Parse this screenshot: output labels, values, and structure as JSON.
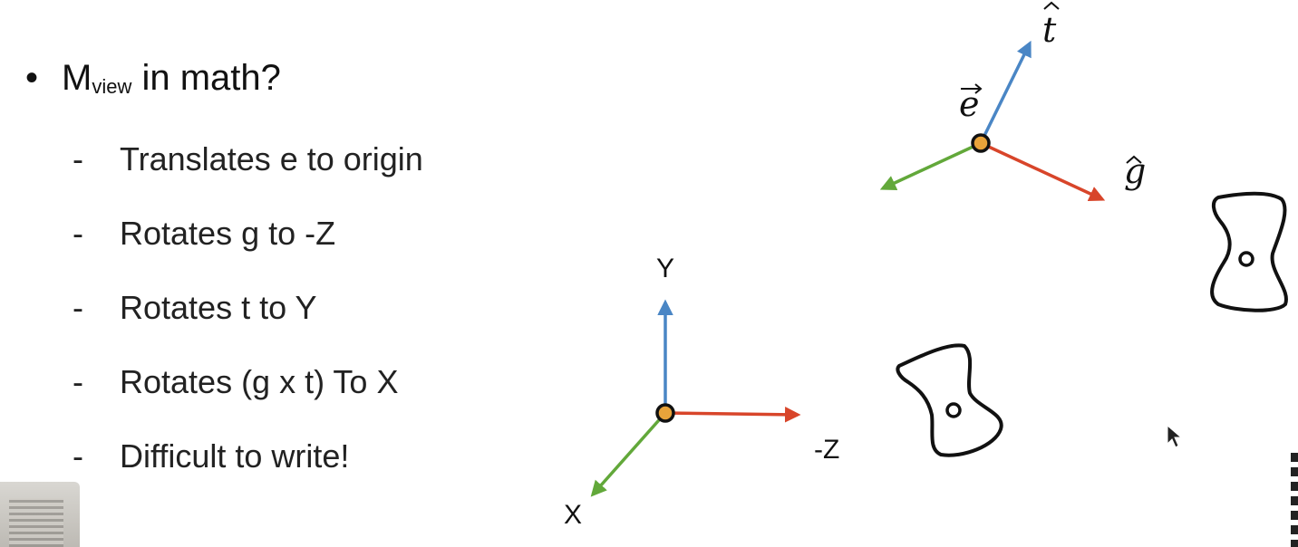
{
  "bullet": {
    "symbol": "•",
    "prefix": "M",
    "subscript": "view",
    "suffix": " in math?"
  },
  "items": [
    {
      "dash": "-",
      "text": "Translates e to origin"
    },
    {
      "dash": "-",
      "text": "Rotates g to -Z"
    },
    {
      "dash": "-",
      "text": "Rotates t to Y"
    },
    {
      "dash": "-",
      "text": "Rotates (g x t) To X"
    },
    {
      "dash": "-",
      "text": "Difficult to write!"
    }
  ],
  "camera": {
    "eye_label": "e",
    "up_label": "t",
    "gaze_label": "g"
  },
  "world": {
    "y_label": "Y",
    "z_label": "-Z",
    "x_label": "X"
  },
  "colors": {
    "up_axis": "#4a86c5",
    "gaze_axis": "#d8452a",
    "side_axis": "#62a83a",
    "origin_fill": "#e8a33a",
    "stroke": "#111111"
  }
}
